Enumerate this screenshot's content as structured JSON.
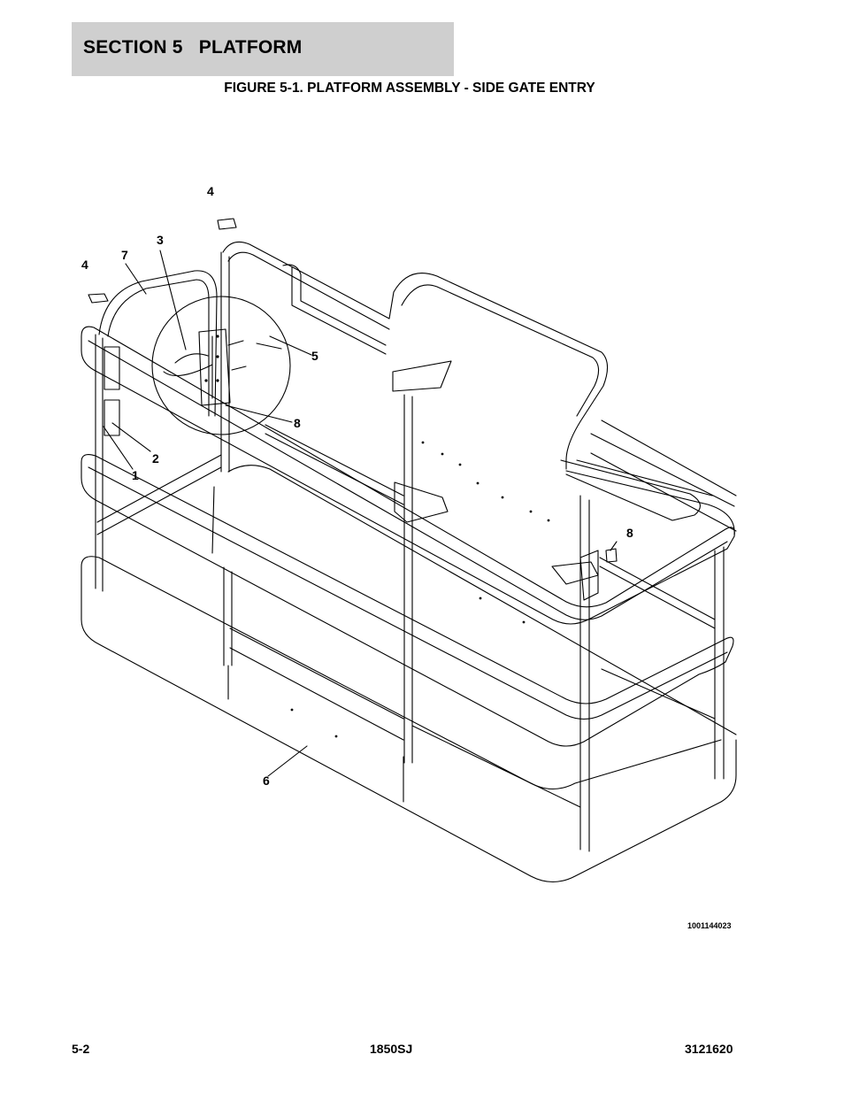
{
  "header": {
    "section_title": "SECTION 5   PLATFORM"
  },
  "figure": {
    "title": "FIGURE 5-1. PLATFORM ASSEMBLY - SIDE GATE ENTRY",
    "drawing_number": "1001144023",
    "callouts": [
      "4",
      "3",
      "7",
      "4",
      "5",
      "8",
      "2",
      "1",
      "8",
      "6"
    ]
  },
  "footer": {
    "page": "5-2",
    "model": "1850SJ",
    "part_number": "3121620"
  }
}
